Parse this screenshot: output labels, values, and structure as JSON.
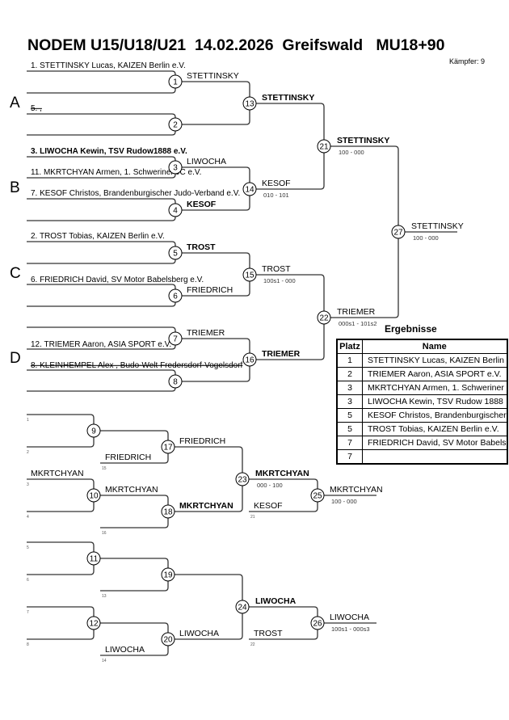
{
  "header": {
    "title": "NODEM U15/U18/U21  14.02.2026  Greifswald   MU18+90",
    "fighters_count": "Kämpfer: 9"
  },
  "pools": [
    {
      "letter": "A"
    },
    {
      "letter": "B"
    },
    {
      "letter": "C"
    },
    {
      "letter": "D"
    }
  ],
  "main_bracket": {
    "entries": [
      {
        "slot": 1,
        "label": "1. STETTINSKY Lucas, KAIZEN Berlin e.V.",
        "bold": false,
        "struck": false
      },
      {
        "slot": 2,
        "label": "",
        "bold": false,
        "struck": false
      },
      {
        "slot": 3,
        "label": "5.    ,",
        "bold": false,
        "struck": true
      },
      {
        "slot": 4,
        "label": "",
        "bold": false,
        "struck": false
      },
      {
        "slot": 5,
        "label": "3. LIWOCHA Kewin, TSV Rudow1888 e.V.",
        "bold": true,
        "struck": false
      },
      {
        "slot": 6,
        "label": "11. MKRTCHYAN Armen, 1. Schweriner JC e.V.",
        "bold": false,
        "struck": false
      },
      {
        "slot": 7,
        "label": "7. KESOF Christos, Brandenburgischer Judo-Verband e.V.",
        "bold": false,
        "struck": false
      },
      {
        "slot": 8,
        "label": "",
        "bold": false,
        "struck": false
      },
      {
        "slot": 9,
        "label": "2. TROST Tobias, KAIZEN Berlin e.V.",
        "bold": false,
        "struck": false
      },
      {
        "slot": 10,
        "label": "",
        "bold": false,
        "struck": false
      },
      {
        "slot": 11,
        "label": "6. FRIEDRICH David, SV Motor Babelsberg e.V.",
        "bold": false,
        "struck": false
      },
      {
        "slot": 12,
        "label": "",
        "bold": false,
        "struck": false
      },
      {
        "slot": 13,
        "label": "",
        "bold": false,
        "struck": false
      },
      {
        "slot": 14,
        "label": "12. TRIEMER Aaron, ASIA SPORT e.V.",
        "bold": false,
        "struck": false
      },
      {
        "slot": 15,
        "label": "8. KLEINHEMPEL Alex , Budo-Welt Fredersdorf-Vogelsdorf",
        "bold": false,
        "struck": true
      },
      {
        "slot": 16,
        "label": "",
        "bold": false,
        "struck": false
      }
    ],
    "fights": [
      {
        "no": "1",
        "winner": "STETTINSKY",
        "bold": false,
        "score": ""
      },
      {
        "no": "2",
        "winner": "",
        "bold": false,
        "score": ""
      },
      {
        "no": "3",
        "winner": "LIWOCHA",
        "bold": false,
        "score": ""
      },
      {
        "no": "4",
        "winner": "KESOF",
        "bold": true,
        "score": ""
      },
      {
        "no": "5",
        "winner": "TROST",
        "bold": true,
        "score": ""
      },
      {
        "no": "6",
        "winner": "FRIEDRICH",
        "bold": false,
        "score": ""
      },
      {
        "no": "7",
        "winner": "TRIEMER",
        "bold": false,
        "score": ""
      },
      {
        "no": "8",
        "winner": "",
        "bold": false,
        "score": ""
      },
      {
        "no": "13",
        "winner": "STETTINSKY",
        "bold": true,
        "score": ""
      },
      {
        "no": "14",
        "winner": "KESOF",
        "bold": false,
        "score": "010 - 101"
      },
      {
        "no": "15",
        "winner": "TROST",
        "bold": false,
        "score": "100s1 - 000"
      },
      {
        "no": "16",
        "winner": "TRIEMER",
        "bold": true,
        "score": ""
      },
      {
        "no": "21",
        "winner": "STETTINSKY",
        "bold": true,
        "score": "100 - 000"
      },
      {
        "no": "22",
        "winner": "TRIEMER",
        "bold": false,
        "score": "000s1 - 101s2"
      },
      {
        "no": "27",
        "winner": "STETTINSKY",
        "bold": false,
        "score": "100 - 000"
      }
    ]
  },
  "repechage": {
    "top": {
      "entries": [
        {
          "ref": "1",
          "name": ""
        },
        {
          "ref": "2",
          "name": ""
        },
        {
          "ref": "3",
          "name": "MKRTCHYAN"
        },
        {
          "ref": "4",
          "name": ""
        },
        {
          "ref": "15",
          "name": "FRIEDRICH"
        },
        {
          "ref": "16",
          "name": ""
        },
        {
          "ref": "21",
          "name": "KESOF"
        }
      ],
      "fights": [
        {
          "no": "9",
          "winner": "",
          "bold": false,
          "score": ""
        },
        {
          "no": "10",
          "winner": "MKRTCHYAN",
          "bold": false,
          "score": ""
        },
        {
          "no": "17",
          "winner": "FRIEDRICH",
          "bold": false,
          "score": ""
        },
        {
          "no": "18",
          "winner": "MKRTCHYAN",
          "bold": true,
          "score": ""
        },
        {
          "no": "23",
          "winner": "MKRTCHYAN",
          "bold": true,
          "score": "000 - 100"
        },
        {
          "no": "25",
          "winner": "MKRTCHYAN",
          "bold": false,
          "score": "100 - 000"
        }
      ]
    },
    "bottom": {
      "entries": [
        {
          "ref": "5",
          "name": ""
        },
        {
          "ref": "6",
          "name": ""
        },
        {
          "ref": "7",
          "name": ""
        },
        {
          "ref": "8",
          "name": ""
        },
        {
          "ref": "13",
          "name": ""
        },
        {
          "ref": "14",
          "name": "LIWOCHA"
        },
        {
          "ref": "22",
          "name": "TROST"
        }
      ],
      "fights": [
        {
          "no": "11",
          "winner": "",
          "bold": false,
          "score": ""
        },
        {
          "no": "12",
          "winner": "",
          "bold": false,
          "score": ""
        },
        {
          "no": "19",
          "winner": "",
          "bold": false,
          "score": ""
        },
        {
          "no": "20",
          "winner": "LIWOCHA",
          "bold": false,
          "score": ""
        },
        {
          "no": "24",
          "winner": "LIWOCHA",
          "bold": true,
          "score": ""
        },
        {
          "no": "26",
          "winner": "LIWOCHA",
          "bold": false,
          "score": "100s1 - 000s3"
        }
      ]
    }
  },
  "results": {
    "title": "Ergebnisse",
    "headers": {
      "place": "Platz",
      "name": "Name"
    },
    "rows": [
      {
        "place": "1",
        "name": "STETTINSKY Lucas, KAIZEN Berlin"
      },
      {
        "place": "2",
        "name": "TRIEMER Aaron, ASIA SPORT e.V."
      },
      {
        "place": "3",
        "name": "MKRTCHYAN Armen, 1. Schweriner"
      },
      {
        "place": "3",
        "name": "LIWOCHA Kewin, TSV Rudow 1888"
      },
      {
        "place": "5",
        "name": "KESOF Christos, Brandenburgischer"
      },
      {
        "place": "5",
        "name": "TROST Tobias, KAIZEN Berlin e.V."
      },
      {
        "place": "7",
        "name": "FRIEDRICH David, SV Motor Babels"
      },
      {
        "place": "7",
        "name": ""
      }
    ]
  }
}
